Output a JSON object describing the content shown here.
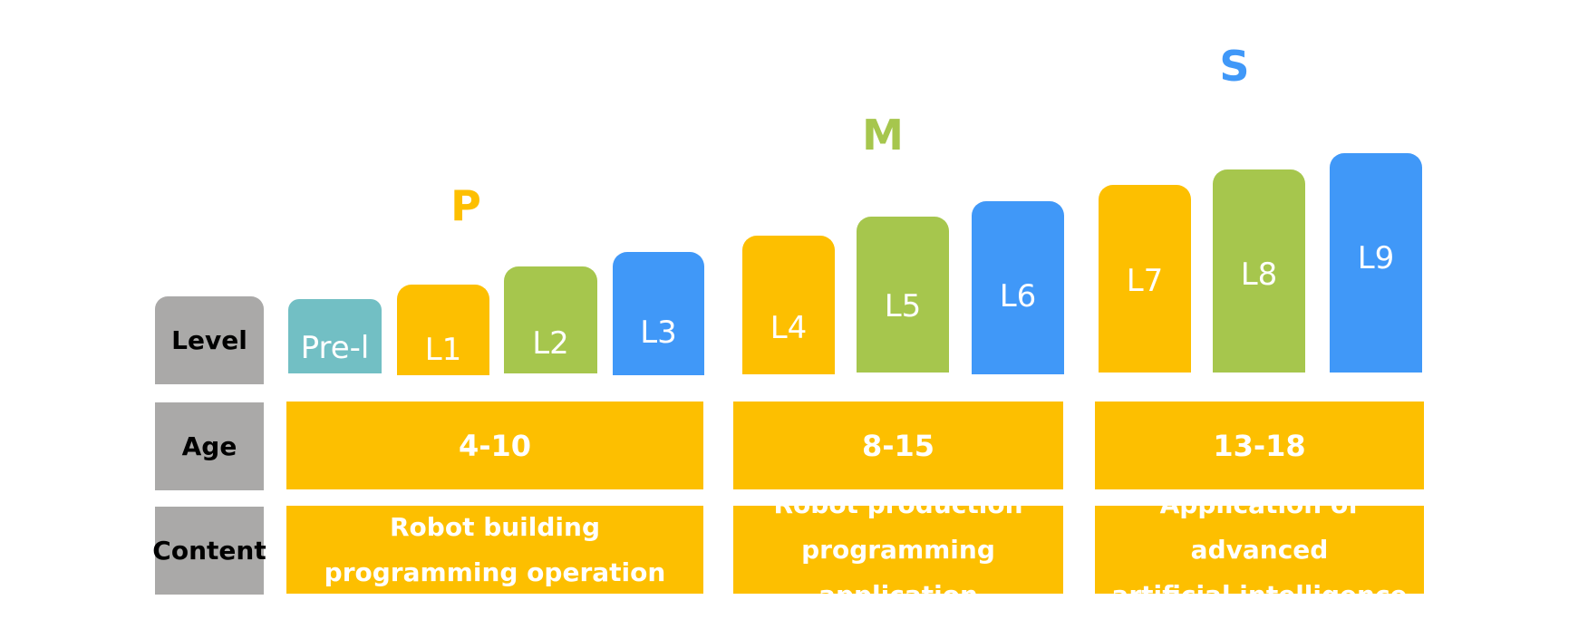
{
  "row_labels": {
    "level": "Level",
    "age": "Age",
    "content": "Content"
  },
  "stages": [
    {
      "letter": "P",
      "color": "#fdbf00"
    },
    {
      "letter": "M",
      "color": "#a6c64d"
    },
    {
      "letter": "S",
      "color": "#4098f8"
    }
  ],
  "levels": [
    {
      "label": "Pre-l",
      "color": "#72bfc4"
    },
    {
      "label": "L1",
      "color": "#fdbf00"
    },
    {
      "label": "L2",
      "color": "#a6c64d"
    },
    {
      "label": "L3",
      "color": "#4098f8"
    },
    {
      "label": "L4",
      "color": "#fdbf00"
    },
    {
      "label": "L5",
      "color": "#a6c64d"
    },
    {
      "label": "L6",
      "color": "#4098f8"
    },
    {
      "label": "L7",
      "color": "#fdbf00"
    },
    {
      "label": "L8",
      "color": "#a6c64d"
    },
    {
      "label": "L9",
      "color": "#4098f8"
    }
  ],
  "ages": [
    "4-10",
    "8-15",
    "13-18"
  ],
  "contents": [
    [
      "Robot building",
      "programming operation"
    ],
    [
      "Robot production",
      "programming application"
    ],
    [
      "Application of advanced",
      "artificial intelligence"
    ]
  ]
}
